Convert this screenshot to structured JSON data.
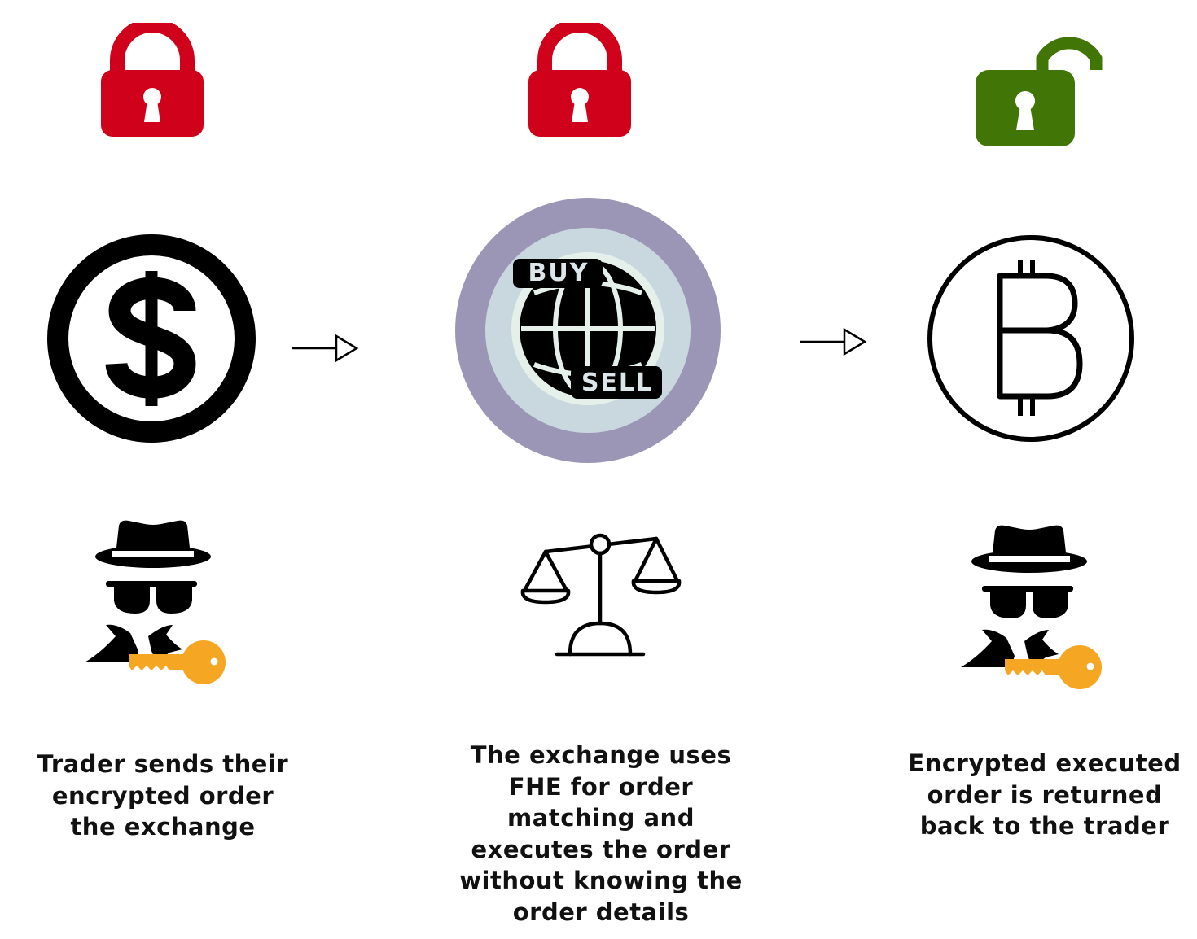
{
  "colors": {
    "locked": "#d0021b",
    "unlocked": "#417505",
    "ink": "#000000",
    "key": "#f5a623",
    "ring_outer": "#9b96b5",
    "ring_inner": "#c9d7df",
    "globe_glow": "#e6f0ea"
  },
  "steps": [
    {
      "lock_state": "locked",
      "lock_icon": "locked-padlock-icon",
      "asset_icon": "dollar-coin-icon",
      "actor_icon": "spy-trader-with-key-icon",
      "caption_lines": [
        "Trader sends their",
        "encrypted order",
        "the exchange"
      ]
    },
    {
      "lock_state": "locked",
      "lock_icon": "locked-padlock-icon",
      "asset_icon": "buy-sell-globe-icon",
      "asset_badges": {
        "top": "BUY",
        "bottom": "SELL"
      },
      "actor_icon": "balance-scale-icon",
      "caption_lines": [
        "The exchange uses",
        "FHE for order",
        "matching and",
        "executes the order",
        "without knowing the",
        "order details"
      ]
    },
    {
      "lock_state": "unlocked",
      "lock_icon": "unlocked-padlock-icon",
      "asset_icon": "bitcoin-coin-icon",
      "actor_icon": "spy-trader-with-key-icon",
      "caption_lines": [
        "Encrypted executed",
        "order is returned",
        "back to the trader"
      ]
    }
  ],
  "connectors": [
    "arrow-right-icon",
    "arrow-right-icon"
  ]
}
